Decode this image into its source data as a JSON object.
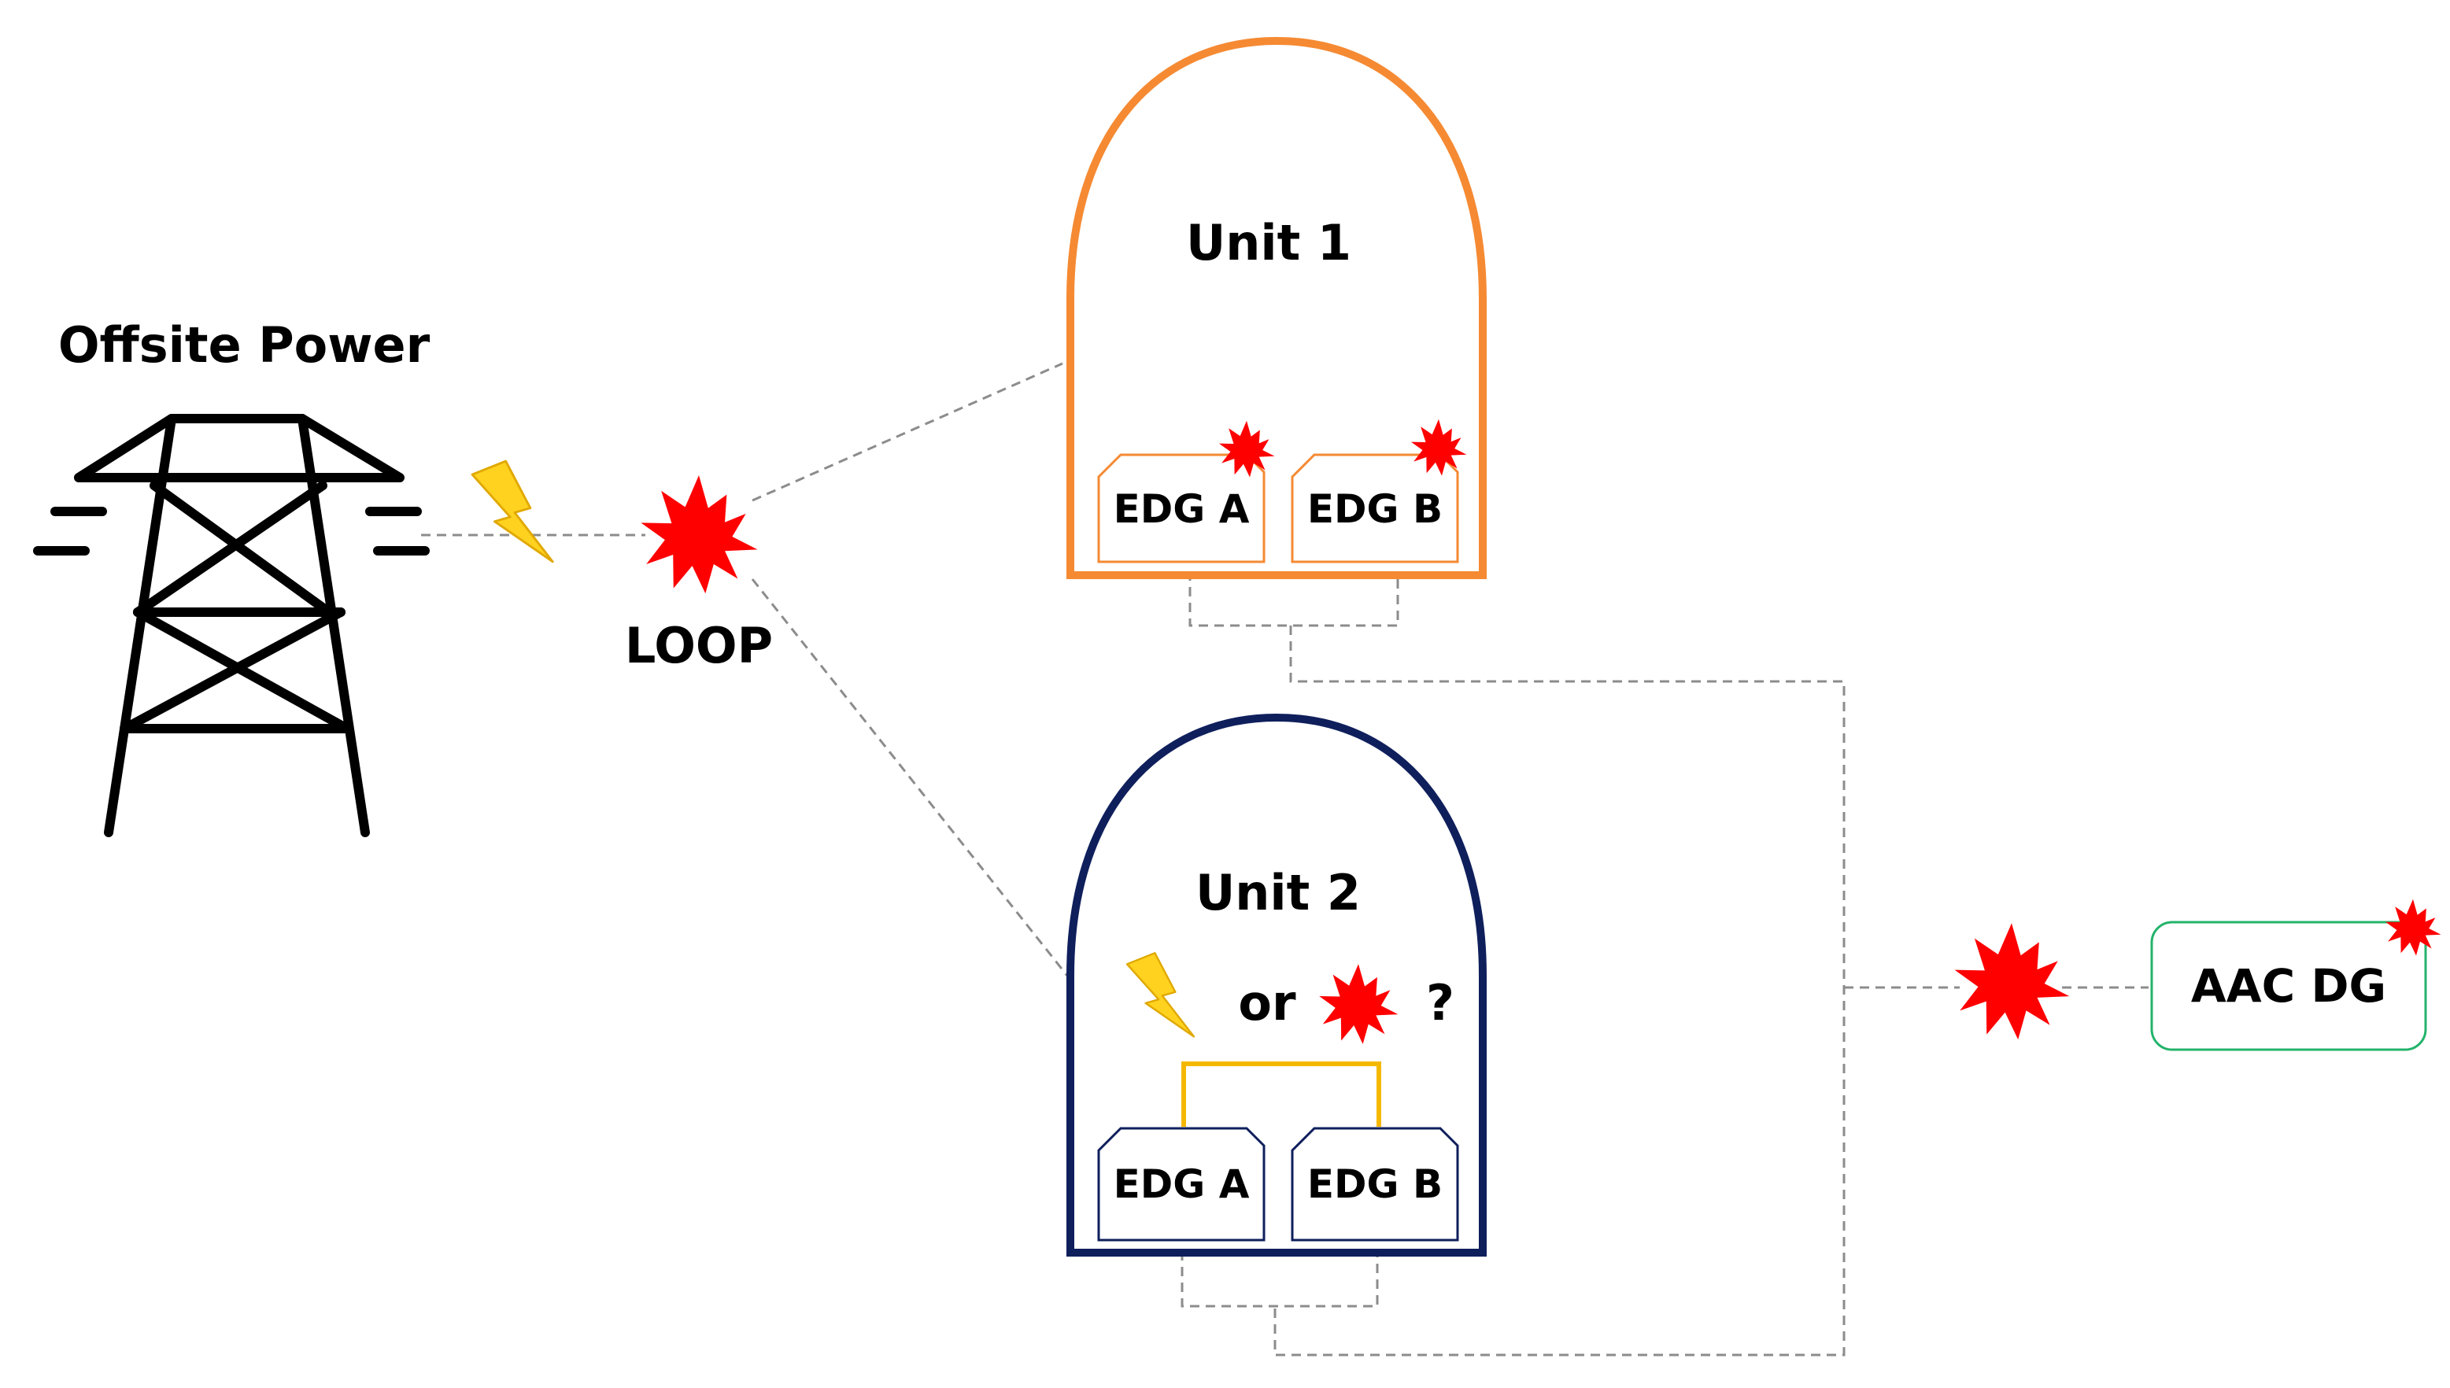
{
  "labels": {
    "offsite_power": "Offsite Power",
    "loop": "LOOP",
    "unit1": "Unit 1",
    "unit2": "Unit 2",
    "edg_a": "EDG A",
    "edg_b": "EDG B",
    "or": "or",
    "question": "?",
    "aac_dg": "AAC DG"
  },
  "colors": {
    "unit1": "#F58A33",
    "unit2": "#0F1F5C",
    "aac": "#23B36B",
    "bus": "#F5B800",
    "failure": "#FF0000",
    "lightning": "#FFD21F",
    "dashed": "#8C8C8C"
  },
  "icons": {
    "tower": "transmission-tower-icon",
    "lightning": "lightning-bolt-icon",
    "failure": "failure-burst-icon"
  }
}
